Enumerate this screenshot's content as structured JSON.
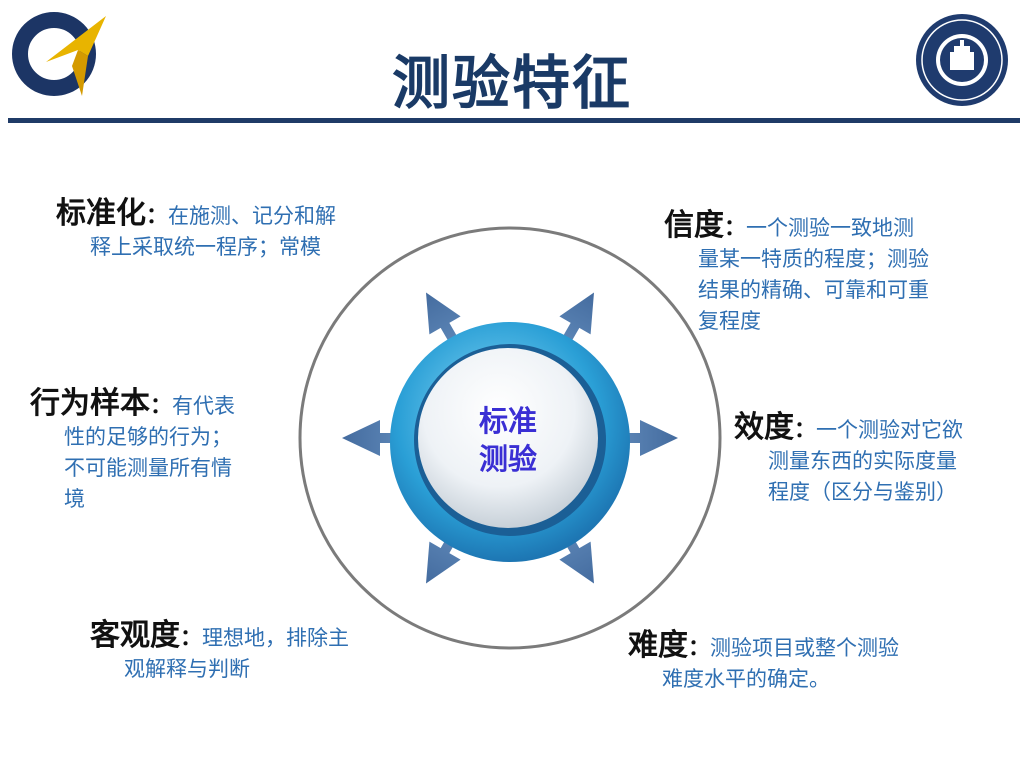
{
  "title": "测验特征",
  "center": {
    "line1": "标准",
    "line2": "测验"
  },
  "features": {
    "standardization": {
      "heading": "标准化",
      "colon": "：",
      "lines": [
        "在施测、记分和解",
        "释上采取统一程序；常模"
      ]
    },
    "reliability": {
      "heading": "信度",
      "colon": "：",
      "lines": [
        "一个测验一致地测",
        "量某一特质的程度；测验",
        "结果的精确、可靠和可重",
        "复程度"
      ]
    },
    "behavior_sample": {
      "heading": "行为样本",
      "colon": "：",
      "lines": [
        "有代表",
        "性的足够的行为；",
        "不可能测量所有情",
        "境"
      ]
    },
    "validity": {
      "heading": "效度",
      "colon": "：",
      "lines": [
        "一个测验对它欲",
        "测量东西的实际度量",
        "程度（区分与鉴别）"
      ]
    },
    "objectivity": {
      "heading": "客观度",
      "colon": "：",
      "lines": [
        "理想地，排除主",
        "观解释与判断"
      ]
    },
    "difficulty": {
      "heading": "难度",
      "colon": "：",
      "lines": [
        "测验项目或整个测验",
        "难度水平的确定。"
      ]
    }
  },
  "colors": {
    "title": "#1a3a66",
    "body_text": "#2f6fb2",
    "center_text": "#3a2fd4",
    "ring": "#2a9fd6",
    "rule": "#1f3b67"
  }
}
